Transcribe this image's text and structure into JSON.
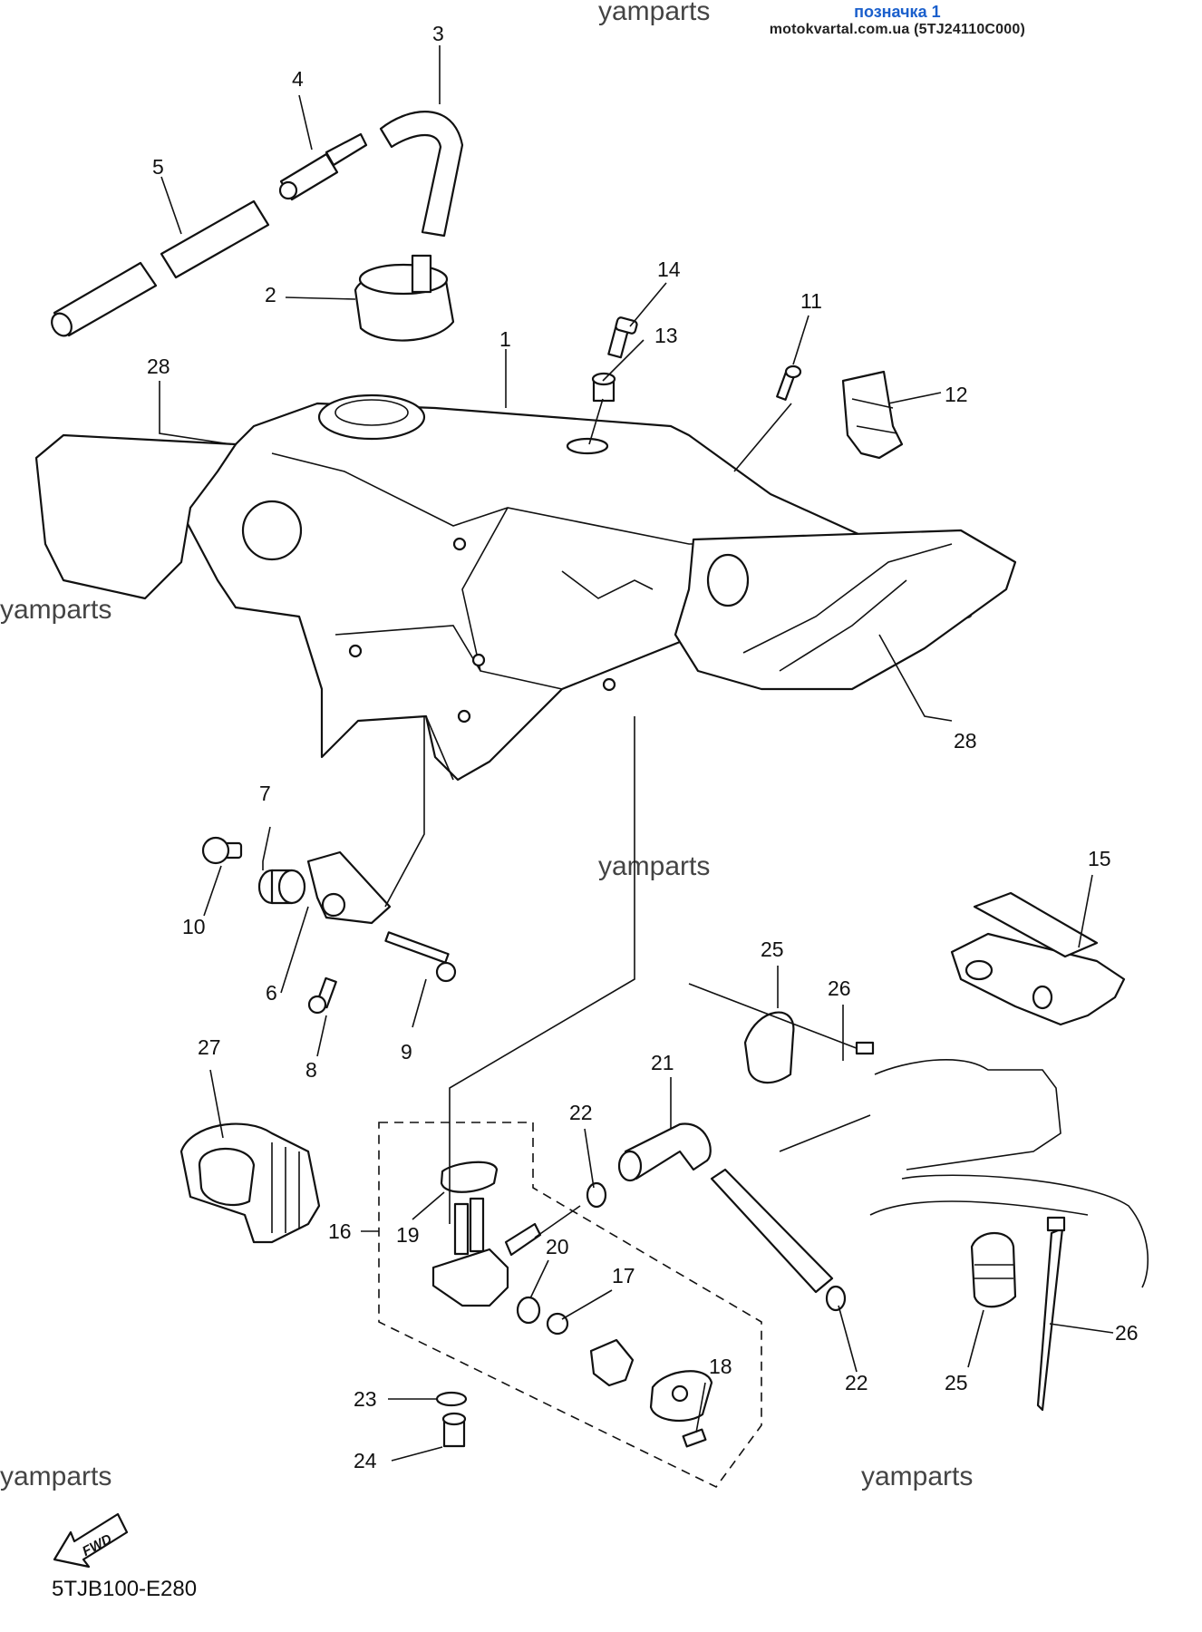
{
  "header": {
    "label": "позначка 1",
    "source": "motokvartal.com.ua (5TJ24110C000)"
  },
  "watermark": "yamparts",
  "diagram_code": "5TJB100-E280",
  "fwd_label": "FWD",
  "callouts": {
    "n1": "1",
    "n2": "2",
    "n3": "3",
    "n4": "4",
    "n5": "5",
    "n6": "6",
    "n7": "7",
    "n8": "8",
    "n9": "9",
    "n10": "10",
    "n11": "11",
    "n12": "12",
    "n13": "13",
    "n14": "14",
    "n15": "15",
    "n16": "16",
    "n17": "17",
    "n18": "18",
    "n19": "19",
    "n20": "20",
    "n21": "21",
    "n22": "22",
    "n23": "23",
    "n24": "24",
    "n25": "25",
    "n26": "26",
    "n27": "27",
    "n28": "28"
  },
  "colors": {
    "header_label": "#1a5fcc",
    "ink": "#111111"
  }
}
